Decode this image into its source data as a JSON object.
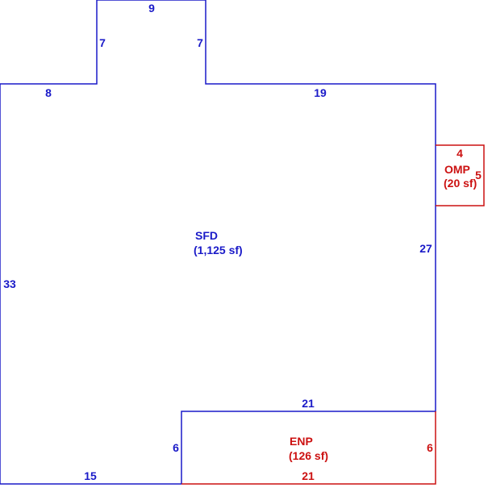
{
  "colors": {
    "main": "#1a1ac8",
    "porch": "#cc1111",
    "background": "#ffffff"
  },
  "areas": {
    "sfd": {
      "name": "SFD",
      "area": "(1,125 sf)"
    },
    "omp": {
      "name": "OMP",
      "area": "(20 sf)"
    },
    "enp": {
      "name": "ENP",
      "area": "(126 sf)"
    }
  },
  "dimensions": {
    "sfd_top_bump": "9",
    "sfd_bump_left": "7",
    "sfd_bump_right": "7",
    "sfd_top_left": "8",
    "sfd_top_right": "19",
    "sfd_left": "33",
    "sfd_right": "27",
    "sfd_notch_top": "21",
    "sfd_notch_side": "6",
    "sfd_bottom": "15",
    "omp_top": "4",
    "omp_side": "5",
    "enp_side": "6",
    "enp_bottom": "21"
  }
}
